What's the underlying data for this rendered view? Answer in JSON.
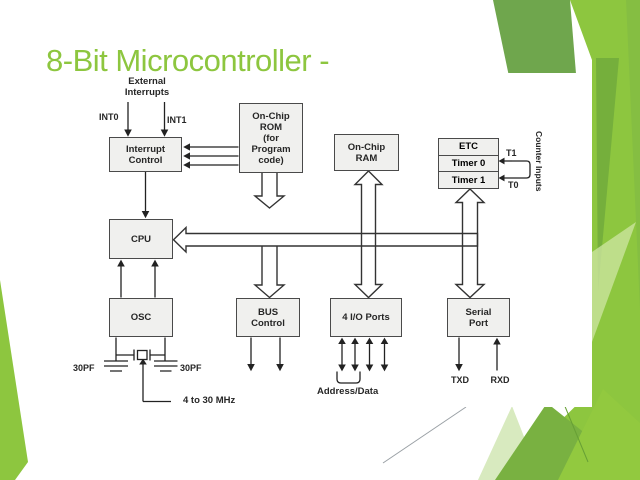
{
  "slide": {
    "title": "8-Bit Microcontroller -",
    "theme_colors": {
      "title_green": "#8DC63F",
      "accent_bright_green": "#8DC63F",
      "accent_sage_green": "#6FA64D",
      "accent_pale_green": "#D8EABF",
      "accent_medium_green": "#79B141"
    }
  },
  "diagram": {
    "blocks": {
      "interrupt_control": "Interrupt\nControl",
      "rom": "On-Chip\nROM\n(for\nProgram\ncode)",
      "ram": "On-Chip\nRAM",
      "etc": "ETC",
      "timer0": "Timer 0",
      "timer1": "Timer 1",
      "cpu": "CPU",
      "osc": "OSC",
      "bus_control": "BUS\nControl",
      "io_ports": "4 I/O Ports",
      "serial_port": "Serial\nPort"
    },
    "labels": {
      "external_interrupts": "External\nInterrupts",
      "int0": "INT0",
      "int1": "INT1",
      "t1": "T1",
      "t0": "T0",
      "counter_inputs": "Counter Inputs",
      "cap_left": "30PF",
      "cap_right": "30PF",
      "frequency": "4 to 30 MHz",
      "address_data": "Address/Data",
      "txd": "TXD",
      "rxd": "RXD"
    }
  }
}
